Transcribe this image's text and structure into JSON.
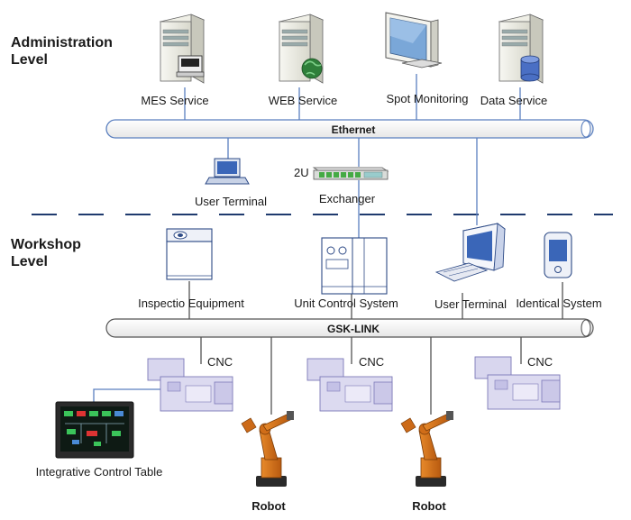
{
  "levels": {
    "admin_line1": "Administration",
    "admin_line2": "Level",
    "workshop_line1": "Workshop",
    "workshop_line2": "Level"
  },
  "buses": {
    "ethernet": "Ethernet",
    "gsk_link": "GSK-LINK"
  },
  "admin_nodes": {
    "mes": "MES Service",
    "web": "WEB Service",
    "spot": "Spot Monitoring",
    "data": "Data Service"
  },
  "middle_nodes": {
    "user_terminal": "User Terminal",
    "switch_tag": "2U",
    "exchanger": "Exchanger"
  },
  "workshop_nodes": {
    "inspection": "Inspectio Equipment",
    "unit_control": "Unit Control System",
    "user_terminal": "User Terminal",
    "identical": "Identical System"
  },
  "field_nodes": {
    "cnc_1": "CNC",
    "cnc_2": "CNC",
    "cnc_3": "CNC",
    "robot_1": "Robot",
    "robot_2": "Robot",
    "control_table": "Integrative Control Table"
  }
}
